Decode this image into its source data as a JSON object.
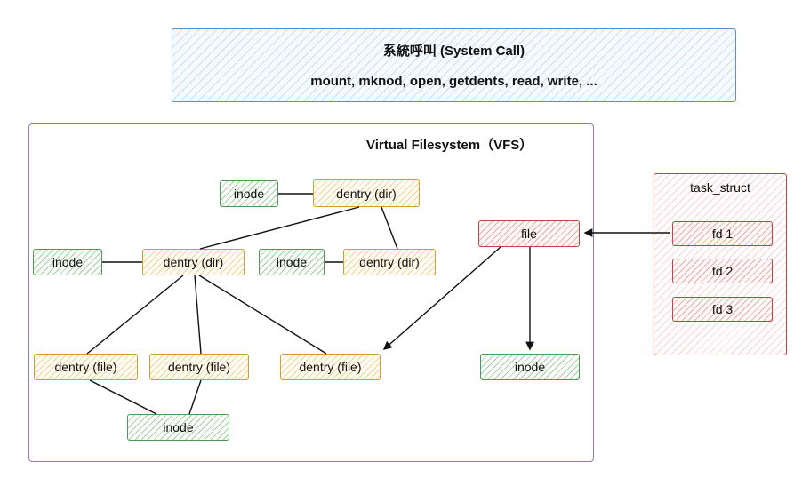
{
  "system_call": {
    "title": "系統呼叫 (System Call)",
    "subtitle": "mount, mknod, open, getdents, read, write, ..."
  },
  "vfs": {
    "title": "Virtual Filesystem（VFS）"
  },
  "nodes": {
    "inode_top": "inode",
    "dentry_dir_top": "dentry (dir)",
    "inode_left": "inode",
    "dentry_dir_left": "dentry (dir)",
    "inode_mid": "inode",
    "dentry_dir_right": "dentry (dir)",
    "file": "file",
    "dentry_file_1": "dentry (file)",
    "dentry_file_2": "dentry (file)",
    "dentry_file_3": "dentry (file)",
    "inode_right": "inode",
    "inode_bottom": "inode"
  },
  "task_struct": {
    "title": "task_struct",
    "fds": [
      "fd 1",
      "fd 2",
      "fd 3"
    ]
  },
  "colors": {
    "inode_border": "#4f9a52",
    "dentry_border": "#d39e2d",
    "file_border": "#c14543",
    "syscall_border": "#5b8fc9",
    "vfs_border": "#9678b4",
    "task_struct_border": "#c14543",
    "connector_line": "#111111"
  }
}
